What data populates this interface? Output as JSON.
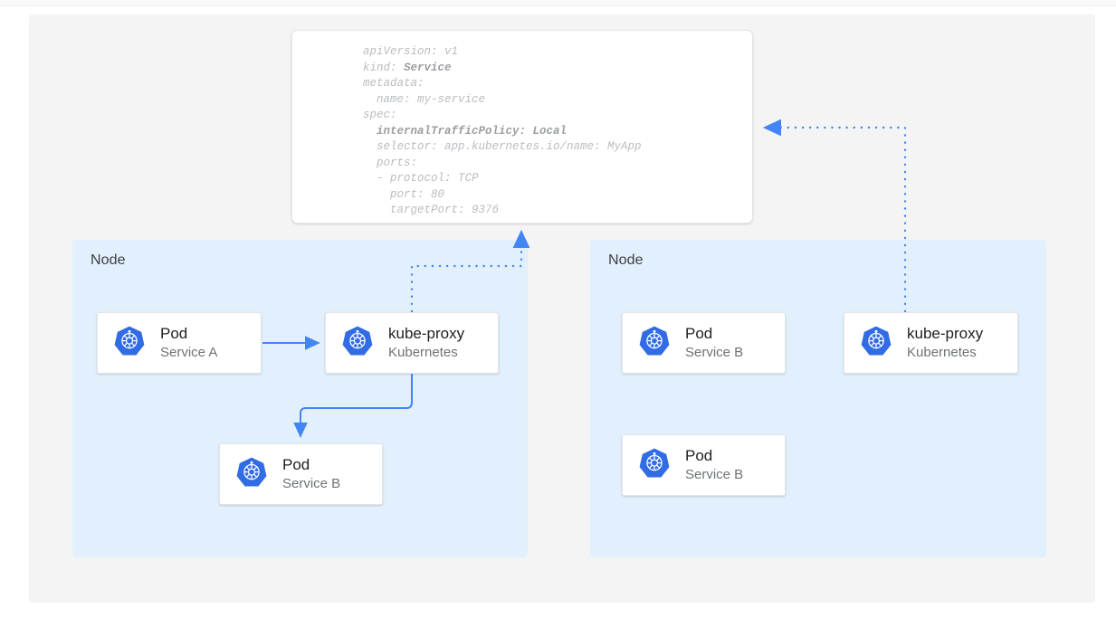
{
  "canvas": {
    "background": "#f4f4f4",
    "node_fill": "#e2effc",
    "accent": "#4285f4",
    "k8s_blue": "#326ce5"
  },
  "yaml_panel": {
    "name": "service-yaml-manifest",
    "lines": [
      {
        "text": "apiVersion: v1",
        "bold_from": null
      },
      {
        "text": "kind: ",
        "bold_text": "Service"
      },
      {
        "text": "metadata:",
        "bold_from": null
      },
      {
        "text": "  name: my-service",
        "bold_from": null
      },
      {
        "text": "spec:",
        "bold_from": null
      },
      {
        "text": "",
        "bold_text": "  internalTrafficPolicy: Local",
        "all_bold": true
      },
      {
        "text": "  selector: app.kubernetes.io/name: MyApp",
        "bold_from": null
      },
      {
        "text": "  ports:",
        "bold_from": null
      },
      {
        "text": "  - protocol: TCP",
        "bold_from": null
      },
      {
        "text": "    port: 80",
        "bold_from": null
      },
      {
        "text": "    targetPort: 9376",
        "bold_from": null
      }
    ],
    "plain_text": "apiVersion: v1\nkind: Service\nmetadata:\n  name: my-service\nspec:\n  internalTrafficPolicy: Local\n  selector: app.kubernetes.io/name: MyApp\n  ports:\n  - protocol: TCP\n    port: 80\n    targetPort: 9376"
  },
  "nodes": [
    {
      "label": "Node",
      "cards": [
        {
          "title": "Pod",
          "subtitle": "Service A",
          "icon": "kubernetes-icon"
        },
        {
          "title": "kube-proxy",
          "subtitle": "Kubernetes",
          "icon": "kubernetes-icon"
        },
        {
          "title": "Pod",
          "subtitle": "Service B",
          "icon": "kubernetes-icon"
        }
      ]
    },
    {
      "label": "Node",
      "cards": [
        {
          "title": "Pod",
          "subtitle": "Service B",
          "icon": "kubernetes-icon"
        },
        {
          "title": "kube-proxy",
          "subtitle": "Kubernetes",
          "icon": "kubernetes-icon"
        },
        {
          "title": "Pod",
          "subtitle": "Service B",
          "icon": "kubernetes-icon"
        }
      ]
    }
  ]
}
